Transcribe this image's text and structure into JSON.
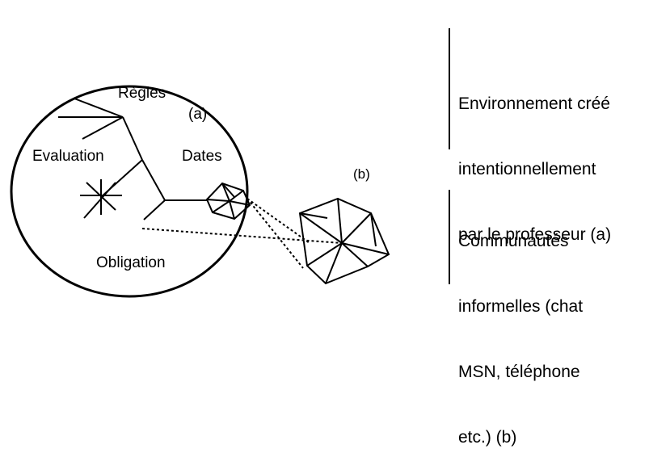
{
  "diagram": {
    "labels": {
      "regles": "Règles",
      "a_marker": "(a)",
      "evaluation": "Evaluation",
      "dates": "Dates",
      "obligation": "Obligation",
      "b_marker": "(b)"
    }
  },
  "legend": {
    "environment_lines": [
      "Environnement créé",
      "intentionnellement",
      "par le professeur (a)"
    ],
    "communities_lines": [
      "Communautés",
      "informelles (chat",
      "MSN, téléphone",
      "etc.) (b)"
    ]
  },
  "colors": {
    "stroke": "#000000",
    "background": "#ffffff"
  }
}
